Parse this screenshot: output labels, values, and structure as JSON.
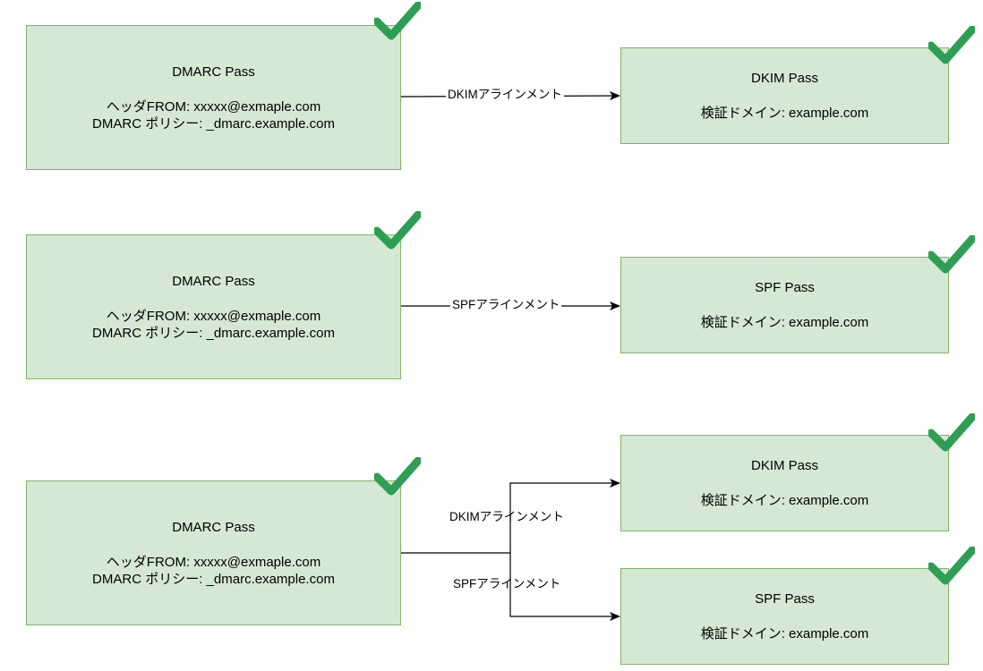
{
  "accent": {
    "box_fill": "#d5e8d4",
    "box_border": "#82b366",
    "check_color": "#2e9e54",
    "edge_color": "#000000"
  },
  "groups": [
    {
      "source": {
        "title": "DMARC Pass",
        "line1": "ヘッダFROM: xxxxx@exmaple.com",
        "line2": "DMARC ポリシー: _dmarc.example.com"
      },
      "edges": [
        "DKIMアラインメント"
      ],
      "targets": [
        {
          "title": "DKIM Pass",
          "detail": "検証ドメイン: example.com"
        }
      ]
    },
    {
      "source": {
        "title": "DMARC Pass",
        "line1": "ヘッダFROM: xxxxx@exmaple.com",
        "line2": "DMARC ポリシー: _dmarc.example.com"
      },
      "edges": [
        "SPFアラインメント"
      ],
      "targets": [
        {
          "title": "SPF Pass",
          "detail": "検証ドメイン: example.com"
        }
      ]
    },
    {
      "source": {
        "title": "DMARC Pass",
        "line1": "ヘッダFROM: xxxxx@exmaple.com",
        "line2": "DMARC ポリシー: _dmarc.example.com"
      },
      "edges": [
        "DKIMアラインメント",
        "SPFアラインメント"
      ],
      "targets": [
        {
          "title": "DKIM Pass",
          "detail": "検証ドメイン: example.com"
        },
        {
          "title": "SPF Pass",
          "detail": "検証ドメイン: example.com"
        }
      ]
    }
  ],
  "icons": {
    "check": "checkmark-icon"
  }
}
